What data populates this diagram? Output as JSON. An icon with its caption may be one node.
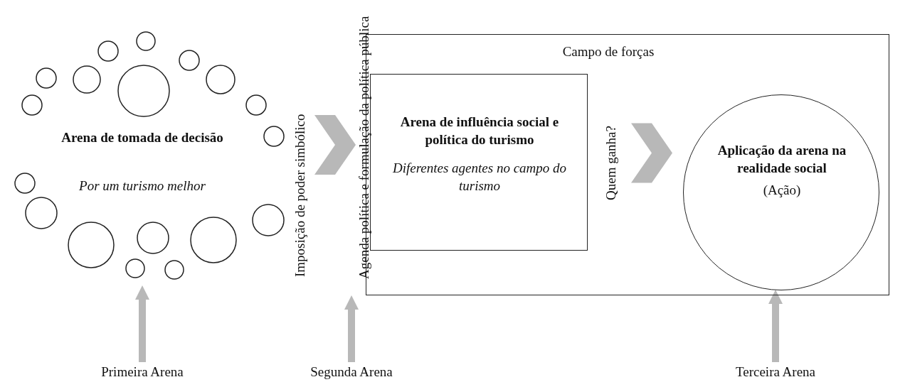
{
  "diagram": {
    "nodes": [
      {
        "text": [
          "Arena de tomada de decisão",
          "Por um turismo melhor"
        ]
      },
      {
        "text": [
          "Campo de forças"
        ],
        "beside": [
          "Agenda política e formulação da política pública"
        ]
      },
      {
        "text": [
          "Arena de influência social e política do turismo",
          "Diferentes agentes no campo do turismo"
        ],
        "in": 1
      },
      {
        "text": [
          "Aplicação da arena na realidade social",
          "(Ação)"
        ],
        "in": 1
      },
      {
        "text": [
          "Primeira Arena"
        ]
      },
      {
        "text": [
          "Segunda Arena"
        ]
      },
      {
        "text": [
          "Terceira Arena"
        ]
      }
    ],
    "edges": [
      {
        "from": 0,
        "to": 1,
        "arrow": "to",
        "label": "Imposição de poder simbólico"
      },
      {
        "from": 2,
        "to": 3,
        "arrow": "to",
        "label": "Quem ganha?"
      },
      {
        "from": 4,
        "to": 0,
        "arrow": "to"
      },
      {
        "from": 5,
        "to": 1,
        "arrow": "to"
      },
      {
        "from": 6,
        "to": 3,
        "arrow": "to"
      }
    ]
  }
}
